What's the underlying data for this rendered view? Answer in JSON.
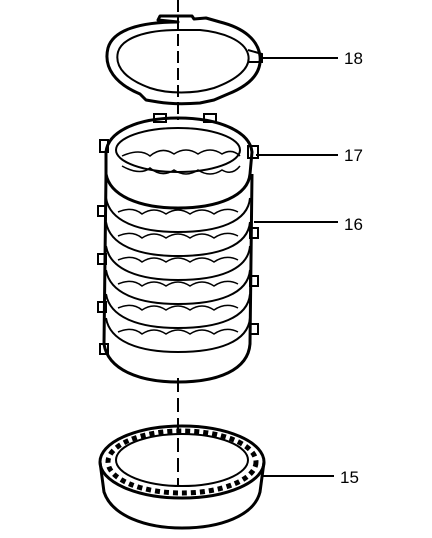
{
  "callouts": [
    {
      "id": "c18",
      "label": "18"
    },
    {
      "id": "c17",
      "label": "17"
    },
    {
      "id": "c16",
      "label": "16"
    },
    {
      "id": "c15",
      "label": "15"
    }
  ],
  "colors": {
    "ink": "#000000",
    "paper": "#ffffff"
  }
}
